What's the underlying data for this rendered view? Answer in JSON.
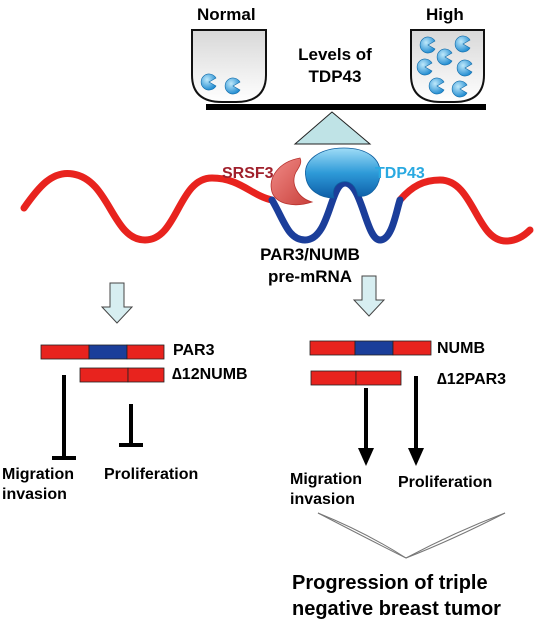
{
  "balance": {
    "left_label": "Normal",
    "right_label": "High",
    "center_label_line1": "Levels of",
    "center_label_line2": "TDP43"
  },
  "proteins": {
    "srsf3": "SRSF3",
    "tdp43": "TDP43"
  },
  "transcript": {
    "line1": "PAR3/NUMB",
    "line2": "pre-mRNA"
  },
  "left_branch": {
    "isoform_top": "PAR3",
    "isoform_bottom": "∆12NUMB",
    "outcome_1_line1": "Migration",
    "outcome_1_line2": "invasion",
    "outcome_2": "Proliferation"
  },
  "right_branch": {
    "isoform_top": "NUMB",
    "isoform_bottom": "∆12PAR3",
    "outcome_1_line1": "Migration",
    "outcome_1_line2": "invasion",
    "outcome_2": "Proliferation"
  },
  "conclusion": {
    "line1": "Progression of triple",
    "line2": "negative breast tumor"
  },
  "colors": {
    "rna_red": "#e8231e",
    "rna_blue": "#1b3e9a",
    "srsf3": "#d9534f",
    "srsf3_text": "#a0202c",
    "tdp43": "#1f7cc4",
    "tdp43_text": "#29a9e1",
    "fulcrum": "#bfe3e6",
    "arrow_fill": "#d7eef1"
  }
}
